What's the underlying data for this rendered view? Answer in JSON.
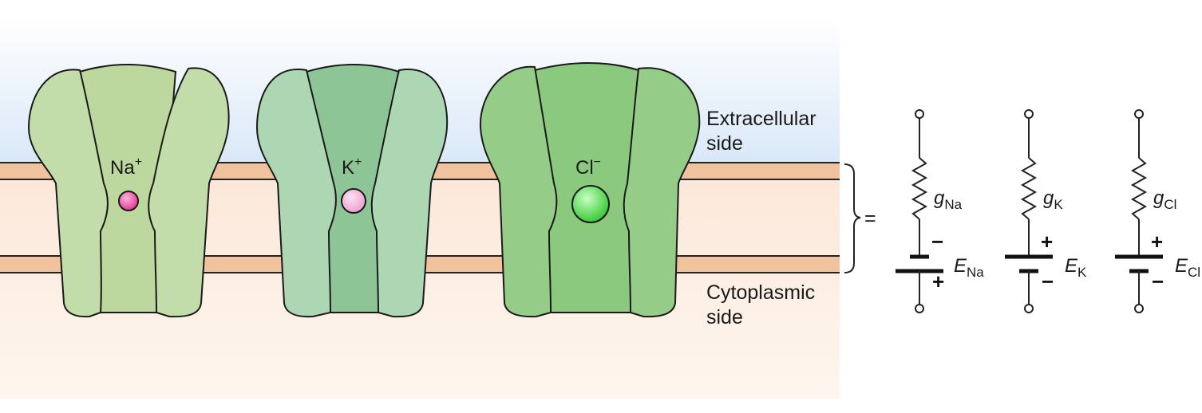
{
  "membrane": {
    "extracellular_label_line1": "Extracellular",
    "extracellular_label_line2": "side",
    "cytoplasmic_label_line1": "Cytoplasmic",
    "cytoplasmic_label_line2": "side"
  },
  "channels": [
    {
      "ion": "Na",
      "charge": "+",
      "channel_color": "#c2dcaa",
      "ion_color": "#e83d9a"
    },
    {
      "ion": "K",
      "charge": "+",
      "channel_color": "#add6b3",
      "ion_color": "#f0a6d6"
    },
    {
      "ion": "Cl",
      "charge": "−",
      "channel_color": "#95cc88",
      "ion_color": "#44d63f"
    }
  ],
  "equals": "=",
  "circuit": [
    {
      "g_symbol": "g",
      "g_sub": "Na",
      "e_symbol": "E",
      "e_sub": "Na",
      "top_sign": "−",
      "bottom_sign": "+"
    },
    {
      "g_symbol": "g",
      "g_sub": "K",
      "e_symbol": "E",
      "e_sub": "K",
      "top_sign": "+",
      "bottom_sign": "−"
    },
    {
      "g_symbol": "g",
      "g_sub": "Cl",
      "e_symbol": "E",
      "e_sub": "Cl",
      "top_sign": "+",
      "bottom_sign": "−"
    }
  ],
  "colors": {
    "extracellular": "#d9e8f8",
    "cytoplasm": "#fbe7d8",
    "membrane_band": "#f0c29e",
    "outline": "#1a1a1a"
  }
}
